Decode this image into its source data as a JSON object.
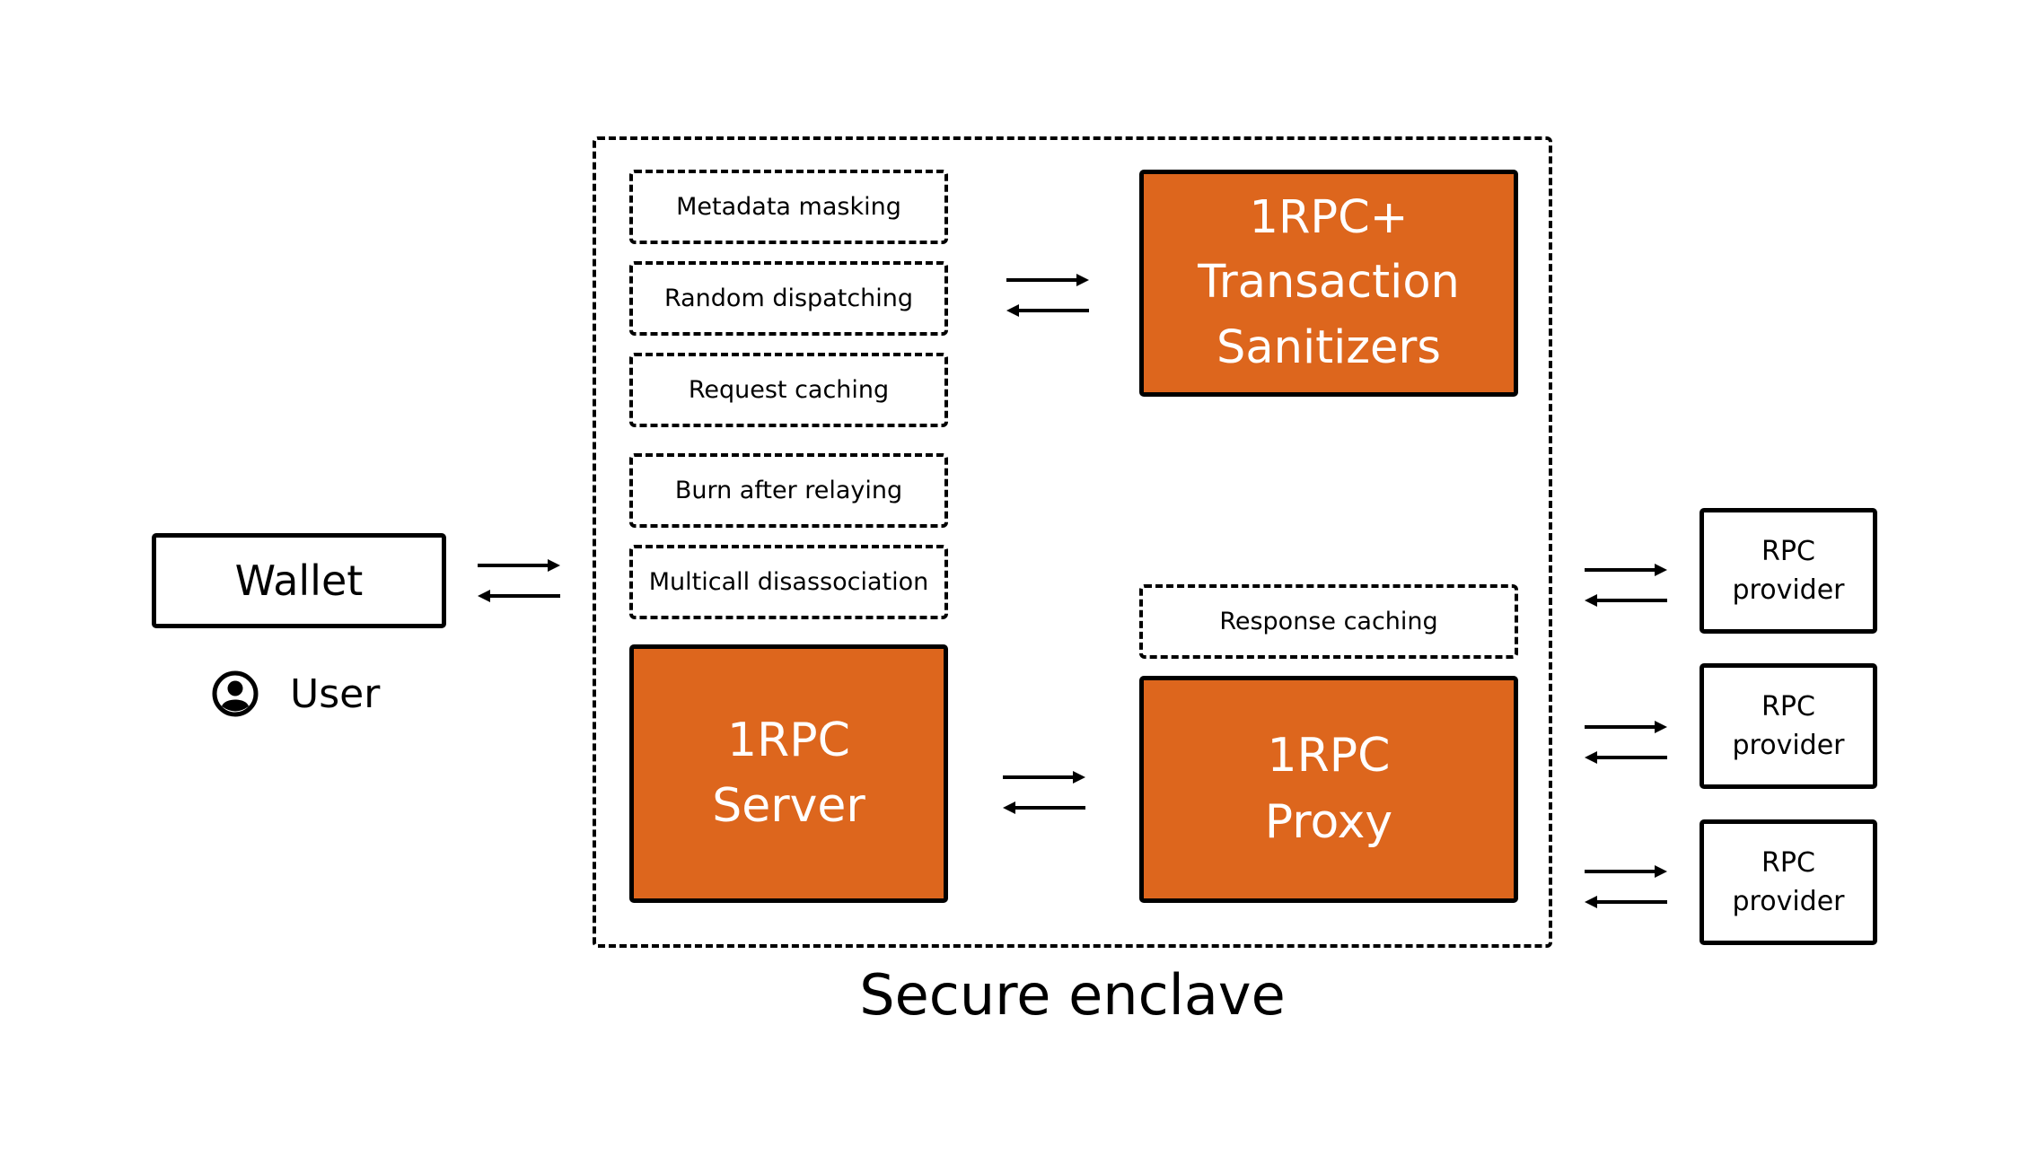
{
  "wallet": {
    "label": "Wallet"
  },
  "user": {
    "label": "User",
    "icon": "user-circle-icon"
  },
  "enclave": {
    "label": "Secure enclave"
  },
  "features": {
    "metadata_masking": "Metadata masking",
    "random_dispatching": "Random dispatching",
    "request_caching": "Request caching",
    "burn_after_relaying": "Burn after relaying",
    "multicall_disassociation": "Multicall disassociation",
    "response_caching": "Response caching"
  },
  "sanitizers": {
    "label": "1RPC+\nTransaction\nSanitizers"
  },
  "server": {
    "label": "1RPC\nServer"
  },
  "proxy": {
    "label": "1RPC\nProxy"
  },
  "providers": [
    {
      "label": "RPC\nprovider"
    },
    {
      "label": "RPC\nprovider"
    },
    {
      "label": "RPC\nprovider"
    }
  ],
  "colors": {
    "accent": "#dd661d",
    "stroke": "#000000",
    "background": "#ffffff"
  }
}
